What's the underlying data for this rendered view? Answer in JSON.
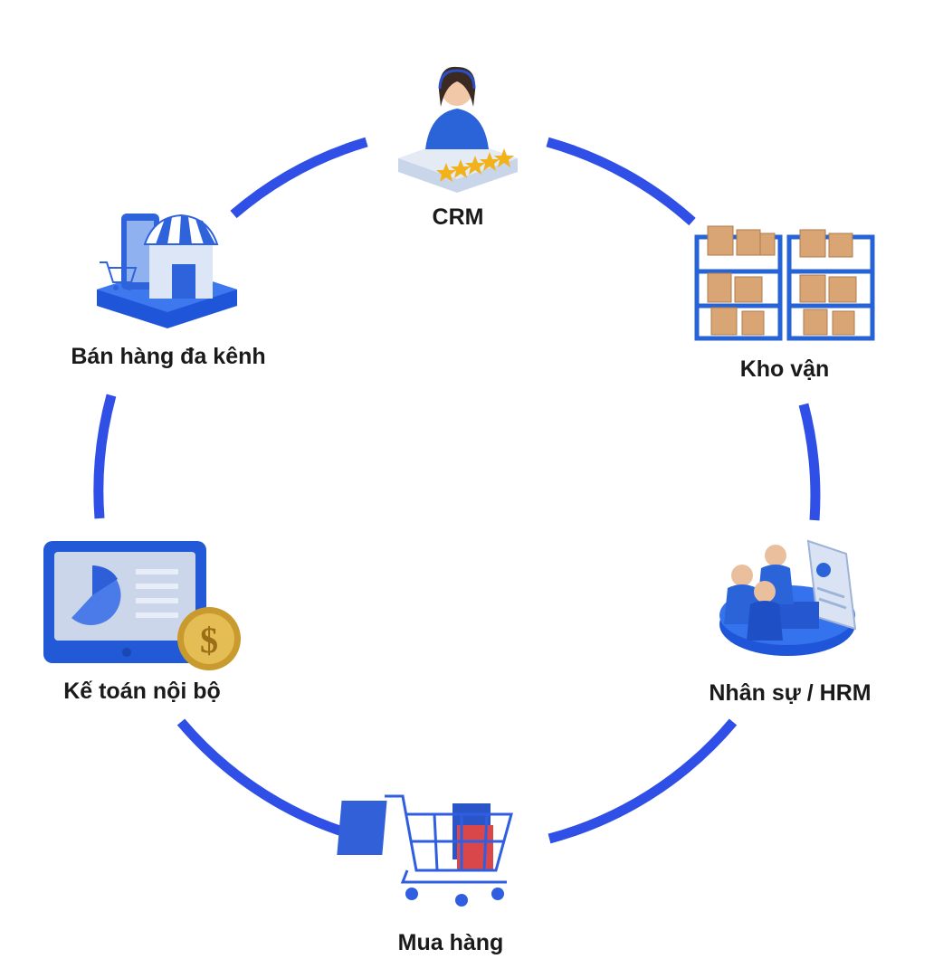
{
  "diagram": {
    "ring_color": "#2f4fe6",
    "nodes": [
      {
        "id": "crm",
        "label": "CRM",
        "icon": "customer-support-agent-icon"
      },
      {
        "id": "warehouse",
        "label": "Kho vận",
        "icon": "warehouse-shelves-icon"
      },
      {
        "id": "hrm",
        "label": "Nhân sự / HRM",
        "icon": "hr-team-meeting-icon"
      },
      {
        "id": "purchase",
        "label": "Mua hàng",
        "icon": "shopping-cart-icon"
      },
      {
        "id": "accounting",
        "label": "Kế toán nội bộ",
        "icon": "accounting-tablet-coin-icon"
      },
      {
        "id": "sales",
        "label": "Bán hàng đa kênh",
        "icon": "storefront-icon"
      }
    ]
  }
}
